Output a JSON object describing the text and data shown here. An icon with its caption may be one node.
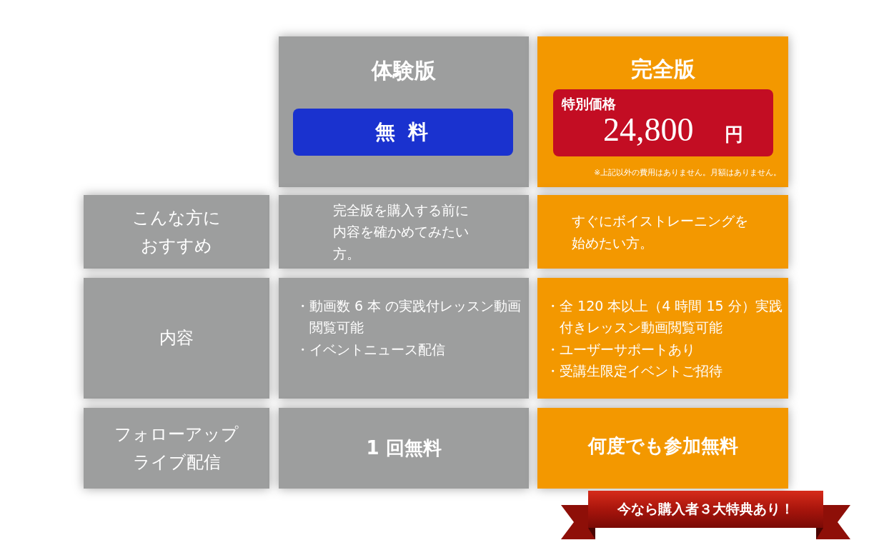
{
  "diagram": {
    "nodes": [
      {
        "text": [
          "体験版"
        ]
      },
      {
        "text": [
          "無 料"
        ],
        "in": 0
      },
      {
        "text": [
          "完全版",
          "※上記以外の費用はありません。月額はありません。"
        ]
      },
      {
        "text": [
          "特別価格",
          "24,800",
          "円"
        ],
        "in": 2
      },
      {
        "text": [
          "こんな方におすすめ"
        ]
      },
      {
        "text": [
          "完全版を購入する前に内容を確かめてみたい方。"
        ]
      },
      {
        "text": [
          "すぐにボイストレーニングを始めたい方。"
        ]
      },
      {
        "text": [
          "内容"
        ]
      },
      {
        "text": [
          "・動画数 6 本 の実践付レッスン動画閲覧可能",
          "・イベントニュース配信"
        ]
      },
      {
        "text": [
          "・全 120 本以上（4 時間 15 分）実践付きレッスン動画閲覧可能",
          "・ユーザーサポートあり",
          "・受講生限定イベントご招待"
        ]
      },
      {
        "text": [
          "フォローアップライブ配信"
        ]
      },
      {
        "text": [
          "1 回無料"
        ]
      },
      {
        "text": [
          "何度でも参加無料"
        ]
      },
      {
        "text": [
          "今なら購入者３大特典あり！"
        ]
      }
    ]
  }
}
